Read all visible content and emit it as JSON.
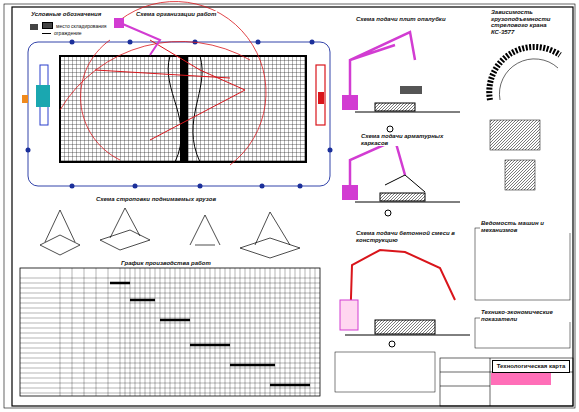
{
  "diagram": {
    "nodes": [
      {
        "text": [
          "Технологическая карта"
        ]
      }
    ],
    "labels": [
      "Условные обозначения",
      "Схема организации работ",
      "Схема подачи плит опалубки",
      "Зависимость грузоподъемности стрелового крана КС-3577",
      "Схема подачи арматурных каркасов",
      "Схема строповки поднимаемых грузов",
      "График производства работ",
      "Схема подачи бетонной смеси в конструкцию",
      "Ведомость машин и механизмов",
      "Технико-экономические показатели"
    ],
    "legend": [
      {
        "text": "место складирования",
        "color": "#444444"
      },
      {
        "text": "ограждение"
      }
    ]
  }
}
